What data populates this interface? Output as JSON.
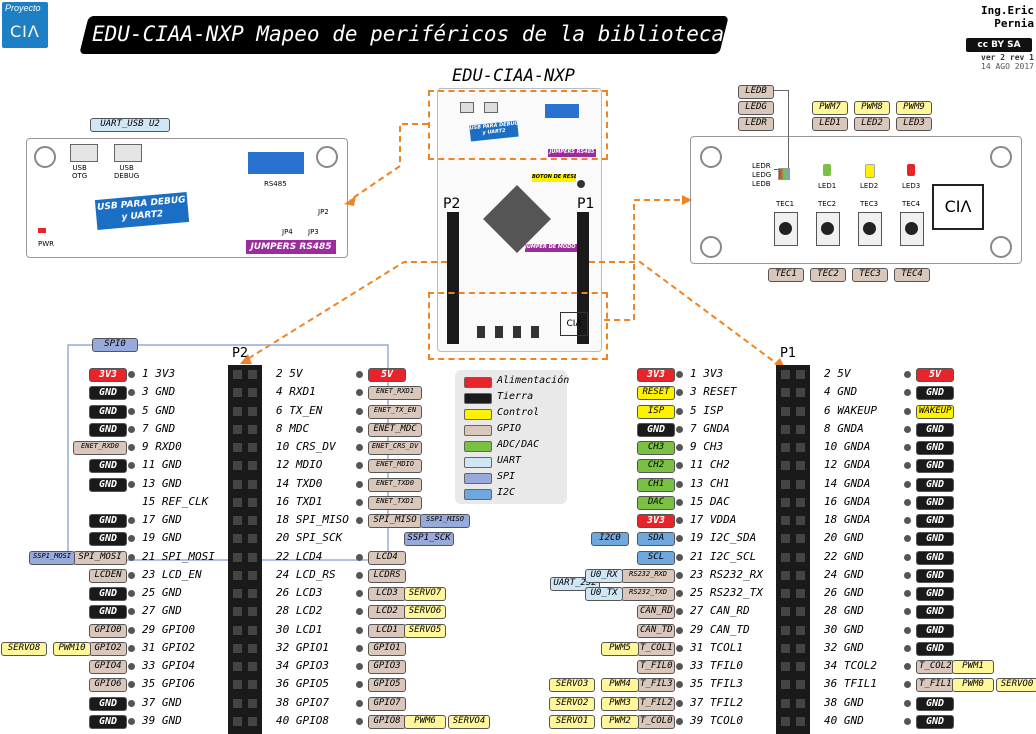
{
  "header": {
    "logo_top": "Proyecto",
    "logo_main": "CIΛ",
    "title": "EDU-CIAA-NXP Mapeo de periféricos de la biblioteca sAPI",
    "author": "Ing.Eric\nPernia",
    "license": "cc BY SA",
    "version": "ver 2 rev 1",
    "date": "14 AGO 2017"
  },
  "colors": {
    "power": "#e8242b",
    "ground": "#1a1a1a",
    "control": "#fff200",
    "gpio": "#d9c7bb",
    "adc": "#7ac143",
    "uart": "#cfe6f5",
    "spi": "#97aadb",
    "i2c": "#6fa8dc",
    "yellow_func": "#fff79a",
    "dash": "#ef8426",
    "board_blue": "#1a6fc4",
    "jumper_purple": "#9b2c9b"
  },
  "center_board": {
    "title": "EDU-CIAA-NXP",
    "p2": "P2",
    "p1": "P1",
    "usb_label": "USB PARA DEBUG\ny UART2",
    "jumpers_rs485": "JUMPERS RS485",
    "jumper_isp": "JUMPER DE MODO ISP",
    "reset_btn": "BOTÓN DE RESET"
  },
  "left_board": {
    "uart_tag": "UART_USB  U2",
    "usb_otg": "USB\nOTG",
    "usb_debug": "USB\nDEBUG",
    "rs485": "RS485",
    "usb_note": "USB PARA DEBUG\ny UART2",
    "jp4": "JP4",
    "jp3": "JP3",
    "jp2": "JP2",
    "jumpers": "JUMPERS RS485",
    "pwr": "PWR"
  },
  "right_board": {
    "rgb_tags": [
      "LEDB",
      "LEDG",
      "LEDR"
    ],
    "rgb_labels": [
      "LEDR",
      "LEDG",
      "LEDB"
    ],
    "pwm_tags": [
      "PWM7",
      "PWM8",
      "PWM9"
    ],
    "led_tags": [
      "LED1",
      "LED2",
      "LED3"
    ],
    "led_labels": [
      "LED1",
      "LED2",
      "LED3"
    ],
    "tec_labels": [
      "TEC1",
      "TEC2",
      "TEC3",
      "TEC4"
    ],
    "tec_tags": [
      "TEC1",
      "TEC2",
      "TEC3",
      "TEC4"
    ],
    "logo": "CIΛ"
  },
  "legend": [
    {
      "label": "Alimentación",
      "color": "#e8242b"
    },
    {
      "label": "Tierra",
      "color": "#1a1a1a"
    },
    {
      "label": "Control",
      "color": "#fff200"
    },
    {
      "label": "GPIO",
      "color": "#d9c7bb"
    },
    {
      "label": "ADC/DAC",
      "color": "#7ac143"
    },
    {
      "label": "UART",
      "color": "#cfe6f5"
    },
    {
      "label": "SPI",
      "color": "#97aadb"
    },
    {
      "label": "I2C",
      "color": "#6fa8dc"
    }
  ],
  "p2": {
    "title": "P2",
    "spi_tag": "SPI0",
    "rows": [
      {
        "l": "1 3V3",
        "r": "2 5V",
        "ltag": "3V3",
        "lc": "power",
        "rtag": "5V",
        "rc": "power"
      },
      {
        "l": "3 GND",
        "r": "4 RXD1",
        "ltag": "GND",
        "lc": "ground",
        "rtag": "ENET_RXD1",
        "rc": "gpio"
      },
      {
        "l": "5 GND",
        "r": "6 TX_EN",
        "ltag": "GND",
        "lc": "ground",
        "rtag": "ENET_TX_EN",
        "rc": "gpio"
      },
      {
        "l": "7 GND",
        "r": "8 MDC",
        "ltag": "GND",
        "lc": "ground",
        "rtag": "ENET_MDC",
        "rc": "gpio"
      },
      {
        "l": "9 RXD0",
        "r": "10 CRS_DV",
        "ltag": "ENET_RXD0",
        "lc": "gpio",
        "rtag": "ENET_CRS_DV",
        "rc": "gpio"
      },
      {
        "l": "11 GND",
        "r": "12 MDIO",
        "ltag": "GND",
        "lc": "ground",
        "rtag": "ENET_MDIO",
        "rc": "gpio"
      },
      {
        "l": "13 GND",
        "r": "14 TXD0",
        "ltag": "GND",
        "lc": "ground",
        "rtag": "ENET_TXD0",
        "rc": "gpio"
      },
      {
        "l": "15 REF_CLK",
        "r": "16 TXD1",
        "ltag": "",
        "lc": "",
        "rtag": "ENET_TXD1",
        "rc": "gpio"
      },
      {
        "l": "17 GND",
        "r": "18 SPI_MISO",
        "ltag": "GND",
        "lc": "ground",
        "rtag": "SPI_MISO",
        "rc": "gpio"
      },
      {
        "l": "19 GND",
        "r": "20 SPI_SCK",
        "ltag": "GND",
        "lc": "ground",
        "rtag": "",
        "rc": ""
      },
      {
        "l": "21 SPI_MOSI",
        "r": "22 LCD4",
        "ltag": "SPI_MOSI",
        "lc": "gpio",
        "rtag": "LCD4",
        "rc": "gpio"
      },
      {
        "l": "23 LCD_EN",
        "r": "24 LCD_RS",
        "ltag": "LCDEN",
        "lc": "gpio",
        "rtag": "LCDRS",
        "rc": "gpio"
      },
      {
        "l": "25 GND",
        "r": "26 LCD3",
        "ltag": "GND",
        "lc": "ground",
        "rtag": "LCD3",
        "rc": "gpio"
      },
      {
        "l": "27 GND",
        "r": "28 LCD2",
        "ltag": "GND",
        "lc": "ground",
        "rtag": "LCD2",
        "rc": "gpio"
      },
      {
        "l": "29 GPIO0",
        "r": "30 LCD1",
        "ltag": "GPIO0",
        "lc": "gpio",
        "rtag": "LCD1",
        "rc": "gpio"
      },
      {
        "l": "31 GPIO2",
        "r": "32 GPIO1",
        "ltag": "GPIO2",
        "lc": "gpio",
        "rtag": "GPIO1",
        "rc": "gpio"
      },
      {
        "l": "33 GPIO4",
        "r": "34 GPIO3",
        "ltag": "GPIO4",
        "lc": "gpio",
        "rtag": "GPIO3",
        "rc": "gpio"
      },
      {
        "l": "35 GPIO6",
        "r": "36 GPIO5",
        "ltag": "GPIO6",
        "lc": "gpio",
        "rtag": "GPIO5",
        "rc": "gpio"
      },
      {
        "l": "37 GND",
        "r": "38 GPIO7",
        "ltag": "GND",
        "lc": "ground",
        "rtag": "GPIO7",
        "rc": "gpio"
      },
      {
        "l": "39 GND",
        "r": "40 GPIO8",
        "ltag": "GND",
        "lc": "ground",
        "rtag": "GPIO8",
        "rc": "gpio"
      }
    ],
    "extra_right": [
      {
        "row": 8,
        "text": "SSP1_MISO",
        "c": "spi"
      },
      {
        "row": 9,
        "text": "SSP1_SCK",
        "c": "spi"
      },
      {
        "row": 12,
        "text": "SERVO7",
        "c": "yellow_func"
      },
      {
        "row": 13,
        "text": "SERVO6",
        "c": "yellow_func"
      },
      {
        "row": 14,
        "text": "SERVO5",
        "c": "yellow_func"
      },
      {
        "row": 19,
        "text": "PWM6",
        "c": "yellow_func"
      },
      {
        "row": 19,
        "text": "SERVO4",
        "c": "yellow_func",
        "second": true
      }
    ],
    "extra_left": [
      {
        "row": 10,
        "text": "SSP1_MOSI",
        "c": "spi"
      },
      {
        "row": 15,
        "text": "PWM10",
        "c": "yellow_func"
      },
      {
        "row": 15,
        "text": "SERVO8",
        "c": "yellow_func",
        "second": true
      }
    ]
  },
  "p1": {
    "title": "P1",
    "rows": [
      {
        "l": "1 3V3",
        "r": "2 5V",
        "ltag": "3V3",
        "lc": "power",
        "rtag": "5V",
        "rc": "power"
      },
      {
        "l": "3 RESET",
        "r": "4 GND",
        "ltag": "RESET",
        "lc": "control",
        "rtag": "GND",
        "rc": "ground"
      },
      {
        "l": "5 ISP",
        "r": "6 WAKEUP",
        "ltag": "ISP",
        "lc": "control",
        "rtag": "WAKEUP",
        "rc": "control"
      },
      {
        "l": "7 GNDA",
        "r": "8 GNDA",
        "ltag": "GND",
        "lc": "ground",
        "rtag": "GND",
        "rc": "ground"
      },
      {
        "l": "9 CH3",
        "r": "10 GNDA",
        "ltag": "CH3",
        "lc": "adc",
        "rtag": "GND",
        "rc": "ground"
      },
      {
        "l": "11 CH2",
        "r": "12 GNDA",
        "ltag": "CH2",
        "lc": "adc",
        "rtag": "GND",
        "rc": "ground"
      },
      {
        "l": "13 CH1",
        "r": "14 GNDA",
        "ltag": "CH1",
        "lc": "adc",
        "rtag": "GND",
        "rc": "ground"
      },
      {
        "l": "15 DAC",
        "r": "16 GNDA",
        "ltag": "DAC",
        "lc": "adc",
        "rtag": "GND",
        "rc": "ground"
      },
      {
        "l": "17 VDDA",
        "r": "18 GNDA",
        "ltag": "3V3",
        "lc": "power",
        "rtag": "GND",
        "rc": "ground"
      },
      {
        "l": "19 I2C_SDA",
        "r": "20 GND",
        "ltag": "SDA",
        "lc": "i2c",
        "rtag": "GND",
        "rc": "ground"
      },
      {
        "l": "21 I2C_SCL",
        "r": "22 GND",
        "ltag": "SCL",
        "lc": "i2c",
        "rtag": "GND",
        "rc": "ground"
      },
      {
        "l": "23 RS232_RX",
        "r": "24 GND",
        "ltag": "RS232_RXD",
        "lc": "gpio",
        "rtag": "GND",
        "rc": "ground"
      },
      {
        "l": "25 RS232_TX",
        "r": "26 GND",
        "ltag": "RS232_TXD",
        "lc": "gpio",
        "rtag": "GND",
        "rc": "ground"
      },
      {
        "l": "27 CAN_RD",
        "r": "28 GND",
        "ltag": "CAN_RD",
        "lc": "gpio",
        "rtag": "GND",
        "rc": "ground"
      },
      {
        "l": "29 CAN_TD",
        "r": "30 GND",
        "ltag": "CAN_TD",
        "lc": "gpio",
        "rtag": "GND",
        "rc": "ground"
      },
      {
        "l": "31 TCOL1",
        "r": "32 GND",
        "ltag": "T_COL1",
        "lc": "gpio",
        "rtag": "GND",
        "rc": "ground"
      },
      {
        "l": "33 TFIL0",
        "r": "34 TCOL2",
        "ltag": "T_FIL0",
        "lc": "gpio",
        "rtag": "T_COL2",
        "rc": "gpio"
      },
      {
        "l": "35 TFIL3",
        "r": "36 TFIL1",
        "ltag": "T_FIL3",
        "lc": "gpio",
        "rtag": "T_FIL1",
        "rc": "gpio"
      },
      {
        "l": "37 TFIL2",
        "r": "38 GND",
        "ltag": "T_FIL2",
        "lc": "gpio",
        "rtag": "GND",
        "rc": "ground"
      },
      {
        "l": "39 TCOL0",
        "r": "40 GND",
        "ltag": "T_COL0",
        "lc": "gpio",
        "rtag": "GND",
        "rc": "ground"
      }
    ],
    "extra_left": [
      {
        "row": 9,
        "text": "I2C0",
        "c": "i2c",
        "far": true
      },
      {
        "row": 11,
        "text": "U0_RX",
        "c": "uart"
      },
      {
        "row": 12,
        "text": "U0_TX",
        "c": "uart"
      },
      {
        "row": 15,
        "text": "PWM5",
        "c": "yellow_func"
      },
      {
        "row": 17,
        "text": "PWM4",
        "c": "yellow_func"
      },
      {
        "row": 17,
        "text": "SERVO3",
        "c": "yellow_func",
        "second": true
      },
      {
        "row": 18,
        "text": "PWM3",
        "c": "yellow_func"
      },
      {
        "row": 18,
        "text": "SERVO2",
        "c": "yellow_func",
        "second": true
      },
      {
        "row": 19,
        "text": "PWM2",
        "c": "yellow_func"
      },
      {
        "row": 19,
        "text": "SERVO1",
        "c": "yellow_func",
        "second": true
      }
    ],
    "uart_tag": "UART_232",
    "extra_right": [
      {
        "row": 16,
        "text": "PWM1",
        "c": "yellow_func"
      },
      {
        "row": 17,
        "text": "PWM0",
        "c": "yellow_func"
      },
      {
        "row": 17,
        "text": "SERVO0",
        "c": "yellow_func",
        "second": true
      }
    ]
  }
}
